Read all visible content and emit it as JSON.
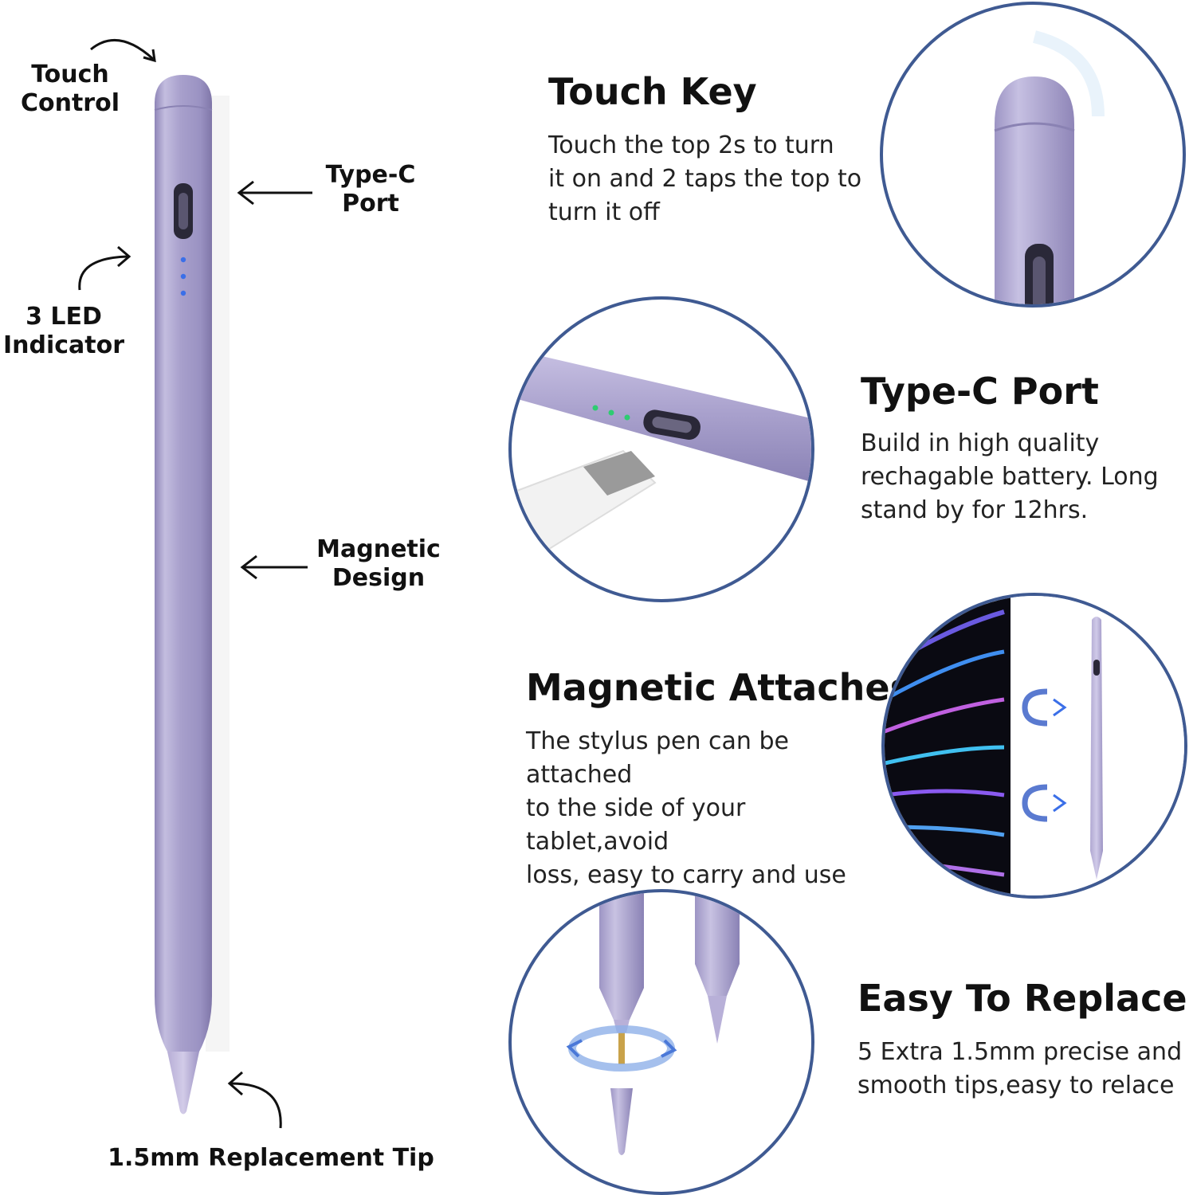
{
  "colors": {
    "pen_body": "#a8a0cc",
    "pen_dark": "#8f86b8",
    "pen_light": "#c8c2e4",
    "circle_border": "#3f5a92",
    "led_blue": "#3b6fe8",
    "led_green": "#2ecc71"
  },
  "callouts": {
    "touch_control": [
      "Touch",
      "Control"
    ],
    "type_c_port": [
      "Type-C",
      "Port"
    ],
    "led_indicator": [
      "3 LED",
      "Indicator"
    ],
    "magnetic_design": [
      "Magnetic",
      "Design"
    ],
    "replacement_tip": "1.5mm Replacement Tip"
  },
  "features": [
    {
      "title": "Touch Key",
      "desc": [
        "Touch the top 2s to turn",
        "it on and 2 taps the top to",
        "turn it off"
      ],
      "icon": "pen-top-icon"
    },
    {
      "title": "Type-C Port",
      "desc": [
        "Build in high quality",
        "rechagable battery. Long",
        "stand by for 12hrs."
      ],
      "icon": "usb-c-port-icon"
    },
    {
      "title": "Magnetic Attaches",
      "desc": [
        "The stylus pen can be attached",
        "to the side of your tablet,avoid",
        "loss, easy to carry and use"
      ],
      "icon": "magnet-icon"
    },
    {
      "title": "Easy To Replace",
      "desc": [
        "5 Extra 1.5mm precise and",
        "smooth tips,easy to relace"
      ],
      "icon": "rotate-icon"
    }
  ]
}
